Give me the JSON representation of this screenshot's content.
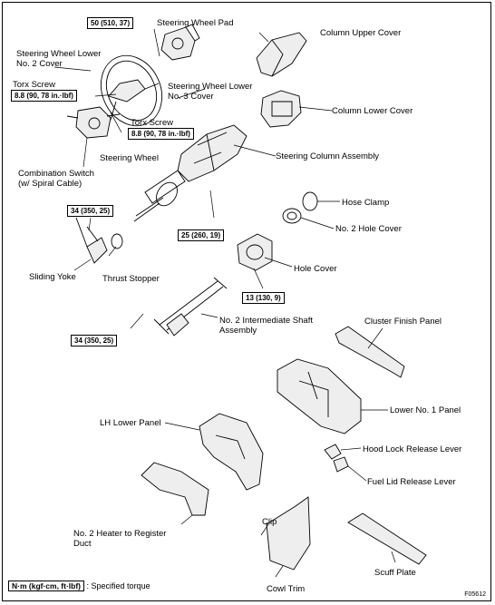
{
  "labels": {
    "steering_wheel_pad": "Steering Wheel Pad",
    "column_upper_cover": "Column Upper Cover",
    "steering_wheel_lower_no2_cover": "Steering Wheel Lower\nNo. 2 Cover",
    "torx_screw_left": "Torx Screw",
    "steering_wheel_lower_no3_cover": "Steering Wheel Lower\nNo. 3 Cover",
    "column_lower_cover": "Column Lower Cover",
    "torx_screw_right": "Torx Screw",
    "steering_wheel": "Steering Wheel",
    "steering_column_assembly": "Steering Column Assembly",
    "combination_switch": "Combination Switch\n(w/ Spiral Cable)",
    "hose_clamp": "Hose Clamp",
    "no2_hole_cover": "No. 2 Hole Cover",
    "hole_cover": "Hole Cover",
    "sliding_yoke": "Sliding Yoke",
    "thrust_stopper": "Thrust Stopper",
    "no2_intermediate_shaft": "No. 2 Intermediate Shaft\nAssembly",
    "cluster_finish_panel": "Cluster Finish Panel",
    "lower_no1_panel": "Lower No. 1 Panel",
    "lh_lower_panel": "LH Lower Panel",
    "hood_lock_release_lever": "Hood Lock Release Lever",
    "fuel_lid_release_lever": "Fuel Lid Release Lever",
    "no2_heater_duct": "No. 2 Heater to Register\nDuct",
    "clip": "Clip",
    "scuff_plate": "Scuff Plate",
    "cowl_trim": "Cowl Trim"
  },
  "torques": {
    "t1": "50 (510, 37)",
    "t2": "8.8 (90, 78 in.·lbf)",
    "t3": "8.8 (90, 78 in.·lbf)",
    "t4": "34 (350, 25)",
    "t5": "25 (260, 19)",
    "t6": "13 (130, 9)",
    "t7": "34 (350, 25)"
  },
  "legend": {
    "unit": "N·m (kgf·cm, ft·lbf)",
    "text": ": Specified torque"
  },
  "figure_code": "F05612"
}
